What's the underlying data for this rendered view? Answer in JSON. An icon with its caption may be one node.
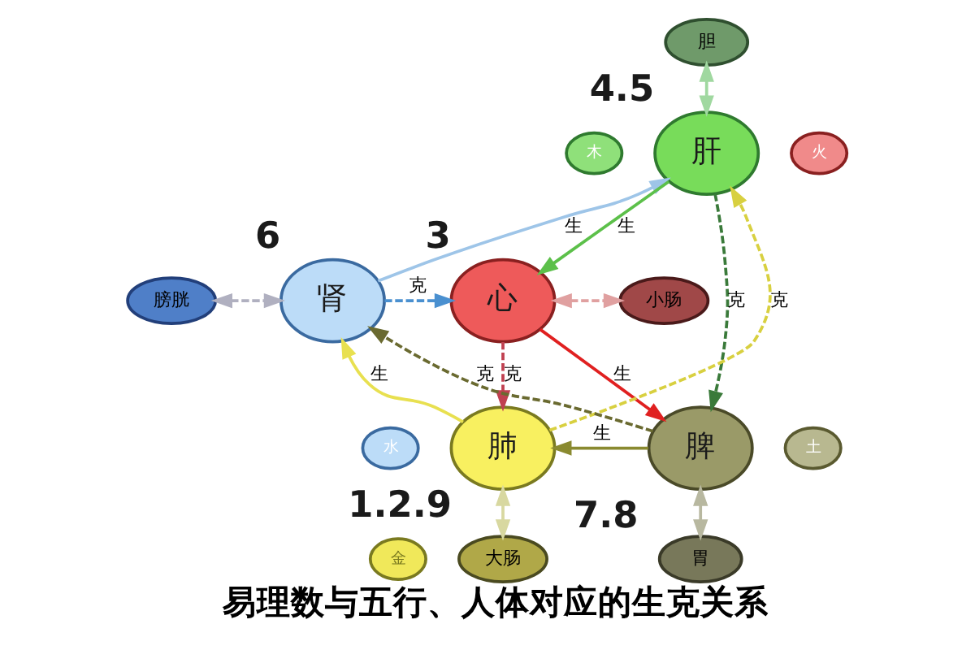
{
  "diagram": {
    "caption": "易理数与五行、人体对应的生克关系",
    "nodes": [
      {
        "text": [
          "胆"
        ]
      },
      {
        "text": [
          "木"
        ]
      },
      {
        "text": [
          "肝"
        ],
        "beside": [
          "4.5"
        ]
      },
      {
        "text": [
          "膀胱"
        ]
      },
      {
        "text": [
          "肾"
        ],
        "beside": [
          "6"
        ]
      },
      {
        "text": [
          "水"
        ]
      },
      {
        "text": [
          "火"
        ]
      },
      {
        "text": [
          "心"
        ],
        "beside": [
          "3"
        ]
      },
      {
        "text": [
          "小肠"
        ]
      },
      {
        "text": [
          "肺"
        ],
        "beside": [
          "1.2.9"
        ]
      },
      {
        "text": [
          "金"
        ]
      },
      {
        "text": [
          "土"
        ]
      },
      {
        "text": [
          "脾"
        ],
        "beside": [
          "7.8"
        ]
      },
      {
        "text": [
          "大肠"
        ]
      },
      {
        "text": [
          "胃"
        ]
      }
    ],
    "edges": [
      {
        "from": 4,
        "to": 2,
        "arrow": "to",
        "label": "生",
        "color": "#9ec5e8"
      },
      {
        "from": 2,
        "to": 7,
        "arrow": "to",
        "label": "生",
        "color": "#5cc04a"
      },
      {
        "from": 7,
        "to": 12,
        "arrow": "to",
        "label": "生",
        "color": "#e02020"
      },
      {
        "from": 12,
        "to": 9,
        "arrow": "to",
        "label": "生",
        "color": "#8a8a30"
      },
      {
        "from": 9,
        "to": 4,
        "arrow": "to",
        "label": "生",
        "color": "#e8e050"
      },
      {
        "from": 4,
        "to": 7,
        "arrow": "to",
        "label": "克",
        "style": "dashed",
        "color": "#4a90d0"
      },
      {
        "from": 2,
        "to": 12,
        "arrow": "to",
        "label": "克",
        "style": "dashed",
        "color": "#3a7a3a"
      },
      {
        "from": 7,
        "to": 9,
        "arrow": "to",
        "label": "克",
        "style": "dashed",
        "color": "#c04050"
      },
      {
        "from": 12,
        "to": 4,
        "arrow": "to",
        "label": "克",
        "style": "dashed",
        "color": "#6a6a30"
      },
      {
        "from": 9,
        "to": 2,
        "arrow": "to",
        "label": "克",
        "style": "dashed",
        "color": "#d8d040"
      },
      {
        "from": 0,
        "to": 2,
        "arrow": "both",
        "color": "#a0d8a0"
      },
      {
        "from": 7,
        "to": 8,
        "arrow": "both",
        "style": "dashed",
        "color": "#e0a0a0"
      },
      {
        "from": 3,
        "to": 4,
        "arrow": "both",
        "style": "dashed",
        "color": "#b0b0c0"
      },
      {
        "from": 9,
        "to": 13,
        "arrow": "both",
        "color": "#d8d8a0"
      },
      {
        "from": 12,
        "to": 14,
        "arrow": "both",
        "color": "#b8b8a0"
      }
    ]
  }
}
